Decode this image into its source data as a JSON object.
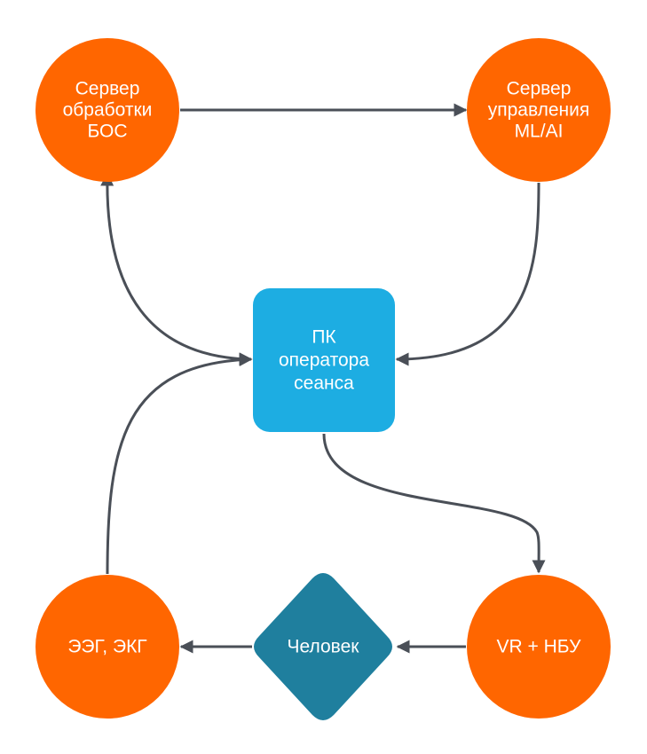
{
  "colors": {
    "circle_fill": "#FF6600",
    "box_fill": "#1DADE2",
    "diamond_fill": "#1F7F9E",
    "connector": "#4A4F57",
    "text": "#FFFFFF"
  },
  "nodes": {
    "bos_server": {
      "shape": "circle",
      "lines": [
        "Сервер",
        "обработки",
        "БОС"
      ]
    },
    "ml_server": {
      "shape": "circle",
      "lines": [
        "Сервер",
        "управления",
        "ML/AI"
      ]
    },
    "operator_pc": {
      "shape": "rounded-rect",
      "lines": [
        "ПК",
        "оператора",
        "сеанса"
      ]
    },
    "eeg_ecg": {
      "shape": "circle",
      "lines": [
        "ЭЭГ, ЭКГ"
      ]
    },
    "human": {
      "shape": "diamond",
      "lines": [
        "Человек"
      ]
    },
    "vr_nbu": {
      "shape": "circle",
      "lines": [
        "VR + НБУ"
      ]
    }
  },
  "edges": [
    {
      "from": "bos_server",
      "to": "ml_server",
      "direction": "forward"
    },
    {
      "from": "ml_server",
      "to": "operator_pc",
      "direction": "forward"
    },
    {
      "from": "operator_pc",
      "to": "bos_server",
      "direction": "both"
    },
    {
      "from": "eeg_ecg",
      "to": "operator_pc",
      "direction": "forward"
    },
    {
      "from": "operator_pc",
      "to": "vr_nbu",
      "direction": "forward"
    },
    {
      "from": "vr_nbu",
      "to": "human",
      "direction": "forward"
    },
    {
      "from": "human",
      "to": "eeg_ecg",
      "direction": "forward"
    }
  ]
}
